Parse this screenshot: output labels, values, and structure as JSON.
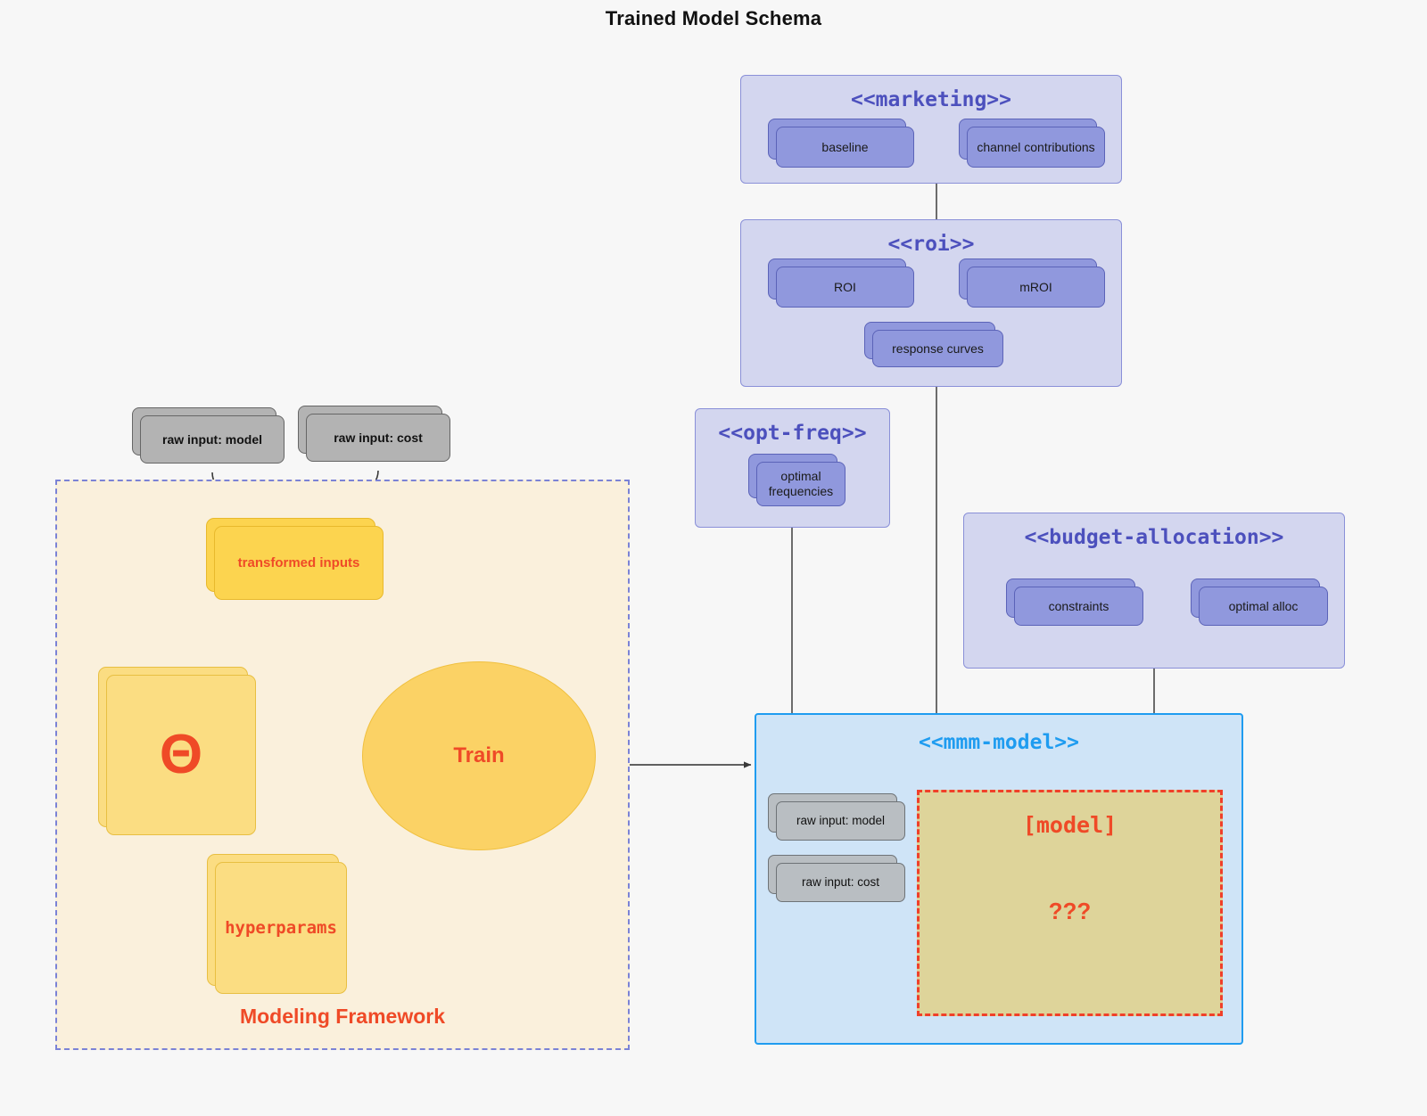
{
  "title": "Trained Model Schema",
  "colors": {
    "background": "#f7f7f7",
    "package_fill": "#d3d6ef",
    "package_stroke": "#8a90d8",
    "package_title": "#4c50bd",
    "mmm_fill": "#cfe4f7",
    "mmm_stroke": "#1f9cf0",
    "mmm_title": "#1f9cf0",
    "card_purple_fill": "#9098dd",
    "card_purple_stroke": "#5b63b8",
    "card_grey_fill": "#b3b3b3",
    "card_grey_stroke": "#666666",
    "card_yellow_fill": "#fcd44f",
    "card_yellow_stroke": "#e8b92c",
    "framework_fill": "#faf0dc",
    "framework_stroke": "#7b83d6",
    "accent_red": "#ef4a27",
    "model_fill": "#ded49a",
    "model_stroke": "#f0402a",
    "ellipse_fill": "#fbd265",
    "connector": "#4a4a4a"
  },
  "packages": {
    "marketing": {
      "title": "<<marketing>>",
      "nodes": [
        {
          "label": "baseline"
        },
        {
          "label": "channel contributions"
        }
      ]
    },
    "roi": {
      "title": "<<roi>>",
      "nodes": [
        {
          "label": "ROI"
        },
        {
          "label": "mROI"
        },
        {
          "label": "response curves"
        }
      ]
    },
    "opt_freq": {
      "title": "<<opt-freq>>",
      "nodes": [
        {
          "label": "optimal frequencies"
        }
      ]
    },
    "budget_allocation": {
      "title": "<<budget-allocation>>",
      "nodes": [
        {
          "label": "constraints"
        },
        {
          "label": "optimal alloc"
        }
      ]
    },
    "mmm_model": {
      "title": "<<mmm-model>>",
      "inputs": [
        {
          "label": "raw input: model"
        },
        {
          "label": "raw input: cost"
        }
      ],
      "model_box": {
        "label": "[model]",
        "unknown": "???"
      }
    }
  },
  "framework": {
    "label": "Modeling Framework",
    "raw_inputs": [
      {
        "label": "raw input: model"
      },
      {
        "label": "raw input: cost"
      }
    ],
    "transformed_inputs": {
      "label": "transformed inputs"
    },
    "theta": {
      "label": "Θ"
    },
    "hyperparams": {
      "label": "hyperparams"
    },
    "train": {
      "label": "Train"
    }
  }
}
